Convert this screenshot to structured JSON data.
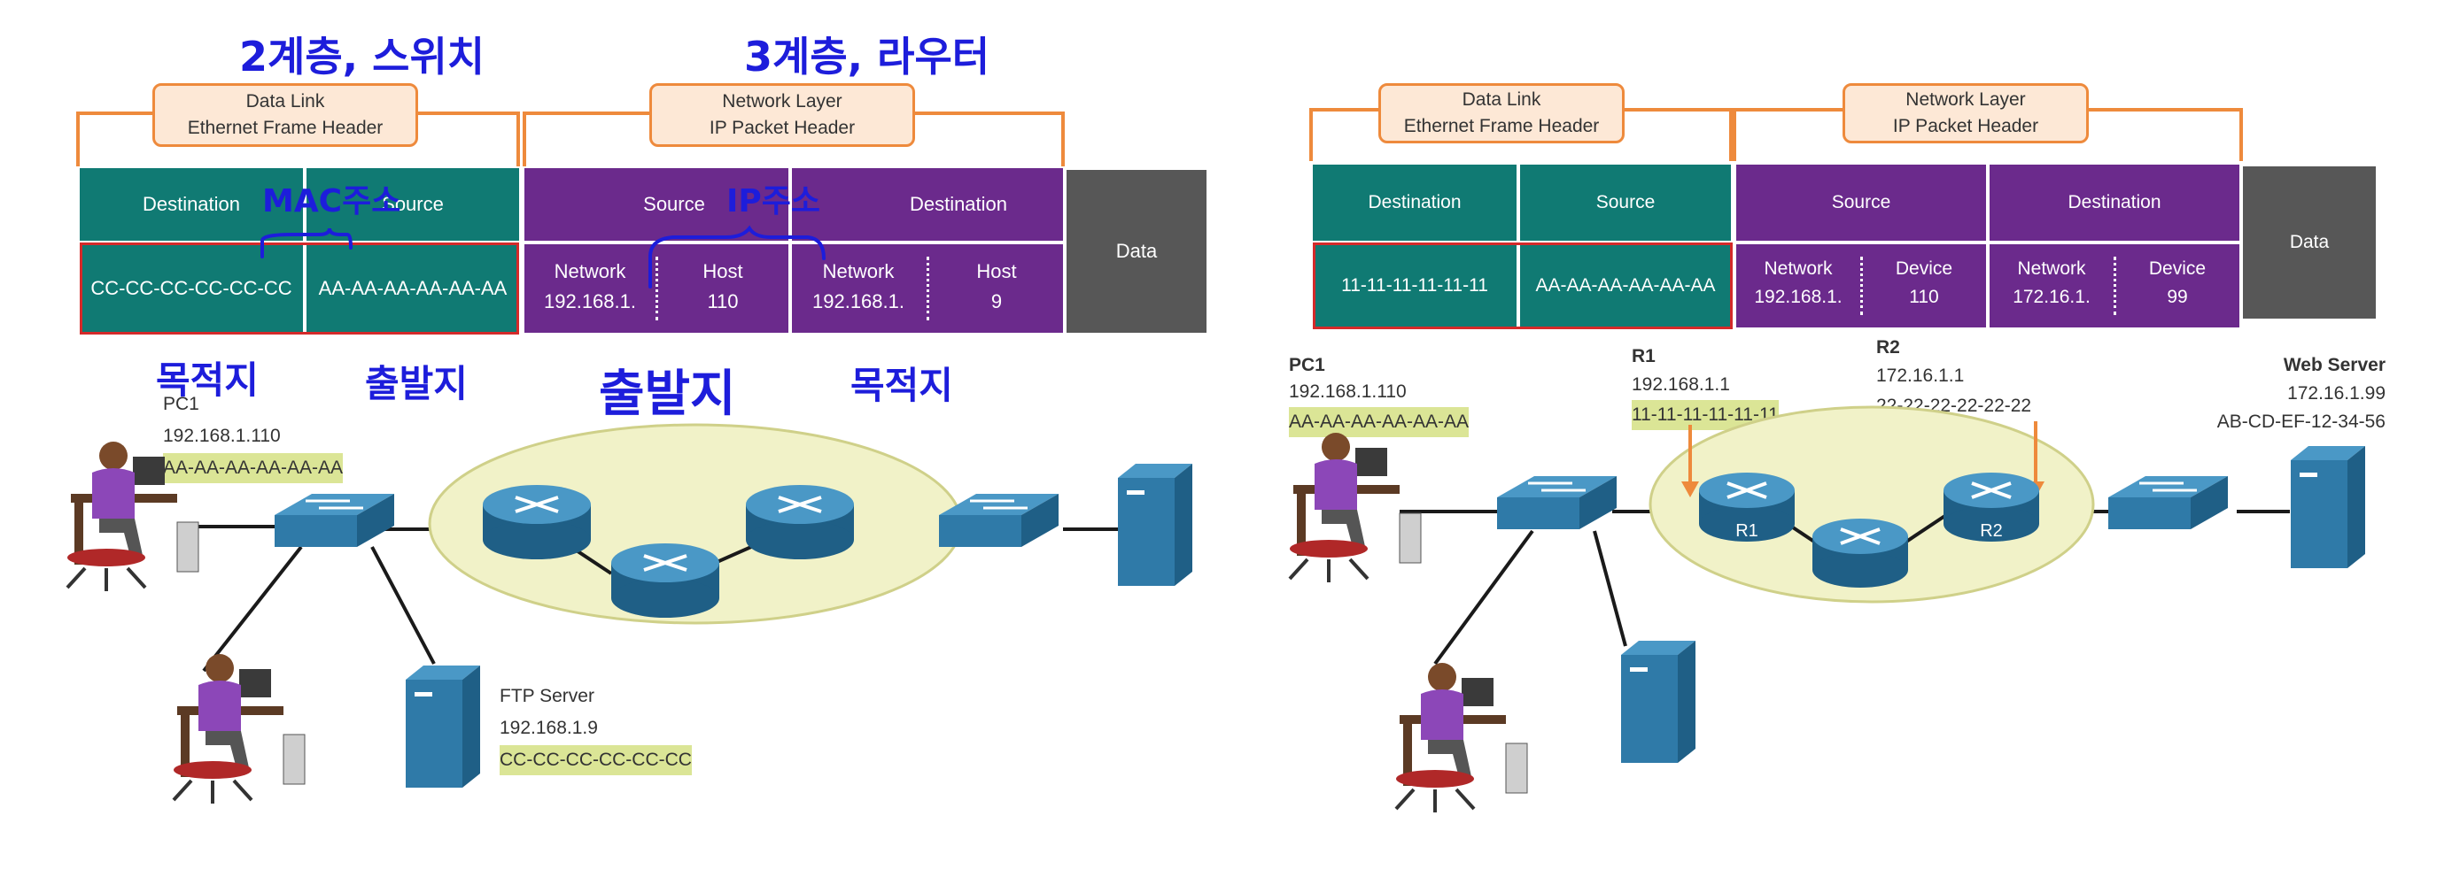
{
  "left": {
    "annotations": {
      "layer2": "2계층, 스위치",
      "layer3": "3계층, 라우터",
      "mac": "MAC주소",
      "ip": "IP주소",
      "dest_mac": "목적지",
      "src_mac": "출발지",
      "src_ip": "출발지",
      "dest_ip": "목적지"
    },
    "datalink_header": {
      "line1": "Data Link",
      "line2": "Ethernet Frame Header"
    },
    "network_header": {
      "line1": "Network Layer",
      "line2": "IP Packet Header"
    },
    "frame": {
      "dest_label": "Destination",
      "src_label": "Source",
      "dest_mac_value": "CC-CC-CC-CC-CC-CC",
      "src_mac_value": "AA-AA-AA-AA-AA-AA",
      "ip_src_label": "Source",
      "ip_dest_label": "Destination",
      "src_network_label": "Network",
      "src_network_value": "192.168.1.",
      "src_host_label": "Host",
      "src_host_value": "110",
      "dst_network_label": "Network",
      "dst_network_value": "192.168.1.",
      "dst_host_label": "Host",
      "dst_host_value": "9",
      "data_label": "Data"
    },
    "pc1": {
      "name": "PC1",
      "ip": "192.168.1.110",
      "mac": "AA-AA-AA-AA-AA-AA"
    },
    "ftp": {
      "name": "FTP Server",
      "ip": "192.168.1.9",
      "mac": "CC-CC-CC-CC-CC-CC"
    }
  },
  "right": {
    "datalink_header": {
      "line1": "Data Link",
      "line2": "Ethernet Frame Header"
    },
    "network_header": {
      "line1": "Network Layer",
      "line2": "IP Packet Header"
    },
    "frame": {
      "dest_label": "Destination",
      "src_label": "Source",
      "dest_mac_value": "11-11-11-11-11-11",
      "src_mac_value": "AA-AA-AA-AA-AA-AA",
      "ip_src_label": "Source",
      "ip_dest_label": "Destination",
      "src_network_label": "Network",
      "src_network_value": "192.168.1.",
      "src_device_label": "Device",
      "src_device_value": "110",
      "dst_network_label": "Network",
      "dst_network_value": "172.16.1.",
      "dst_device_label": "Device",
      "dst_device_value": "99",
      "data_label": "Data"
    },
    "pc1": {
      "name": "PC1",
      "ip": "192.168.1.110",
      "mac": "AA-AA-AA-AA-AA-AA"
    },
    "r1": {
      "name": "R1",
      "ip": "192.168.1.1",
      "mac": "11-11-11-11-11-11",
      "icon_label": "R1"
    },
    "r2": {
      "name": "R2",
      "ip": "172.16.1.1",
      "mac": "22-22-22-22-22-22",
      "icon_label": "R2"
    },
    "web": {
      "name": "Web Server",
      "ip": "172.16.1.99",
      "mac": "AB-CD-EF-12-34-56"
    }
  },
  "colors": {
    "teal": "#107a73",
    "purple": "#6b2a8c",
    "gray": "#575757",
    "bracket": "#ee8a3c",
    "highlight": "#dbe596",
    "ink": "#1d1ddb",
    "device": "#2f7aa8"
  }
}
